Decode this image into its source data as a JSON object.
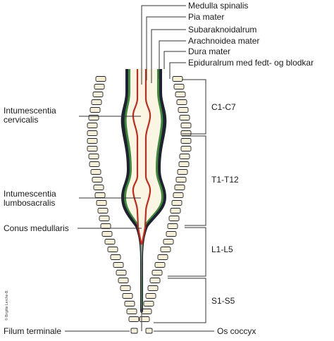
{
  "labels": {
    "medulla_spinalis": "Medulla spinalis",
    "pia_mater": "Pia mater",
    "subaraknoidalrum": "Subaraknoidalrum",
    "arachnoidea_mater": "Arachnoidea mater",
    "dura_mater": "Dura mater",
    "epiduralrum": "Epiduralrum med fedt- og blodkar",
    "intumescentia_cervicalis_1": "Intumescentia",
    "intumescentia_cervicalis_2": "cervicalis",
    "intumescentia_lumbosacralis_1": "Intumescentia",
    "intumescentia_lumbosacralis_2": "lumbosacralis",
    "conus_medullaris": "Conus medullaris",
    "filum_terminale": "Filum terminale",
    "os_coccyx": "Os coccyx"
  },
  "regions": [
    "C1-C7",
    "T1-T12",
    "L1-L5",
    "S1-S5"
  ],
  "credit": "© Birgitte Lerche-B.",
  "colors": {
    "dura": "#1e2230",
    "arachnoid": "#3d8a3c",
    "pia": "#c42a1e",
    "csf": "#fbf6e4",
    "vertebra": "#f5f0dc",
    "leader": "#333333"
  }
}
